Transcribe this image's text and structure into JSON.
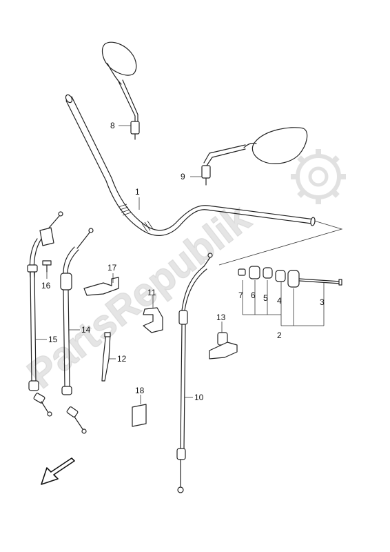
{
  "watermark": {
    "text": "PartsRepublik",
    "color": "#d0d0d0"
  },
  "callouts": {
    "c1": "1",
    "c2": "2",
    "c3": "3",
    "c4": "4",
    "c5": "5",
    "c6": "6",
    "c7": "7",
    "c8": "8",
    "c9": "9",
    "c10": "10",
    "c11": "11",
    "c12": "12",
    "c13": "13",
    "c14": "14",
    "c15": "15",
    "c16": "16",
    "c17": "17",
    "c18": "18"
  },
  "icons": {
    "gear": "gear-icon",
    "front": "front-direction-arrow-icon"
  }
}
